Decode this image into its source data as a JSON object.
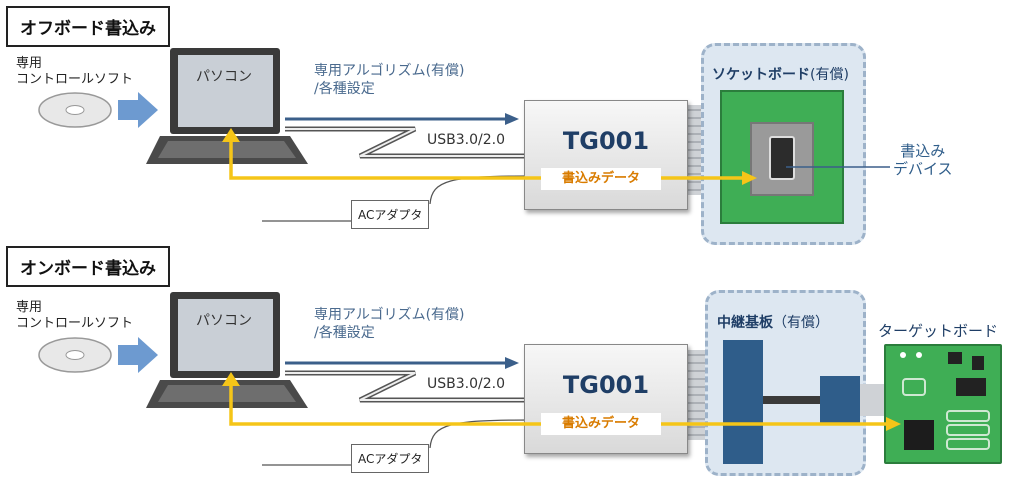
{
  "sections": {
    "offboard": {
      "title": "オフボード書込み",
      "software_line1": "専用",
      "software_line2": "コントロールソフト",
      "pc_label": "パソコン",
      "algo_line1": "専用アルゴリズム(有償)",
      "algo_line2": "/各種設定",
      "usb_label": "USB3.0/2.0",
      "device_name": "TG001",
      "write_data_label": "書込みデータ",
      "ac_label": "ACアダプタ",
      "panel_title": "ソケットボード",
      "panel_title_sub": "(有償)",
      "write_device_line1": "書込み",
      "write_device_line2": "デバイス"
    },
    "onboard": {
      "title": "オンボード書込み",
      "software_line1": "専用",
      "software_line2": "コントロールソフト",
      "pc_label": "パソコン",
      "algo_line1": "専用アルゴリズム(有償)",
      "algo_line2": "/各種設定",
      "usb_label": "USB3.0/2.0",
      "device_name": "TG001",
      "write_data_label": "書込みデータ",
      "ac_label": "ACアダプタ",
      "panel_title": "中継基板",
      "panel_title_sub": "（有償）",
      "target_board_label": "ターゲットボード"
    }
  },
  "colors": {
    "arrow_blue": "#3b5f8a",
    "arrow_yellow": "#f5c518",
    "panel_bg": "#dde7f1",
    "board_green": "#3fae55",
    "device_title": "#1f3e66",
    "write_data": "#d97c00"
  }
}
